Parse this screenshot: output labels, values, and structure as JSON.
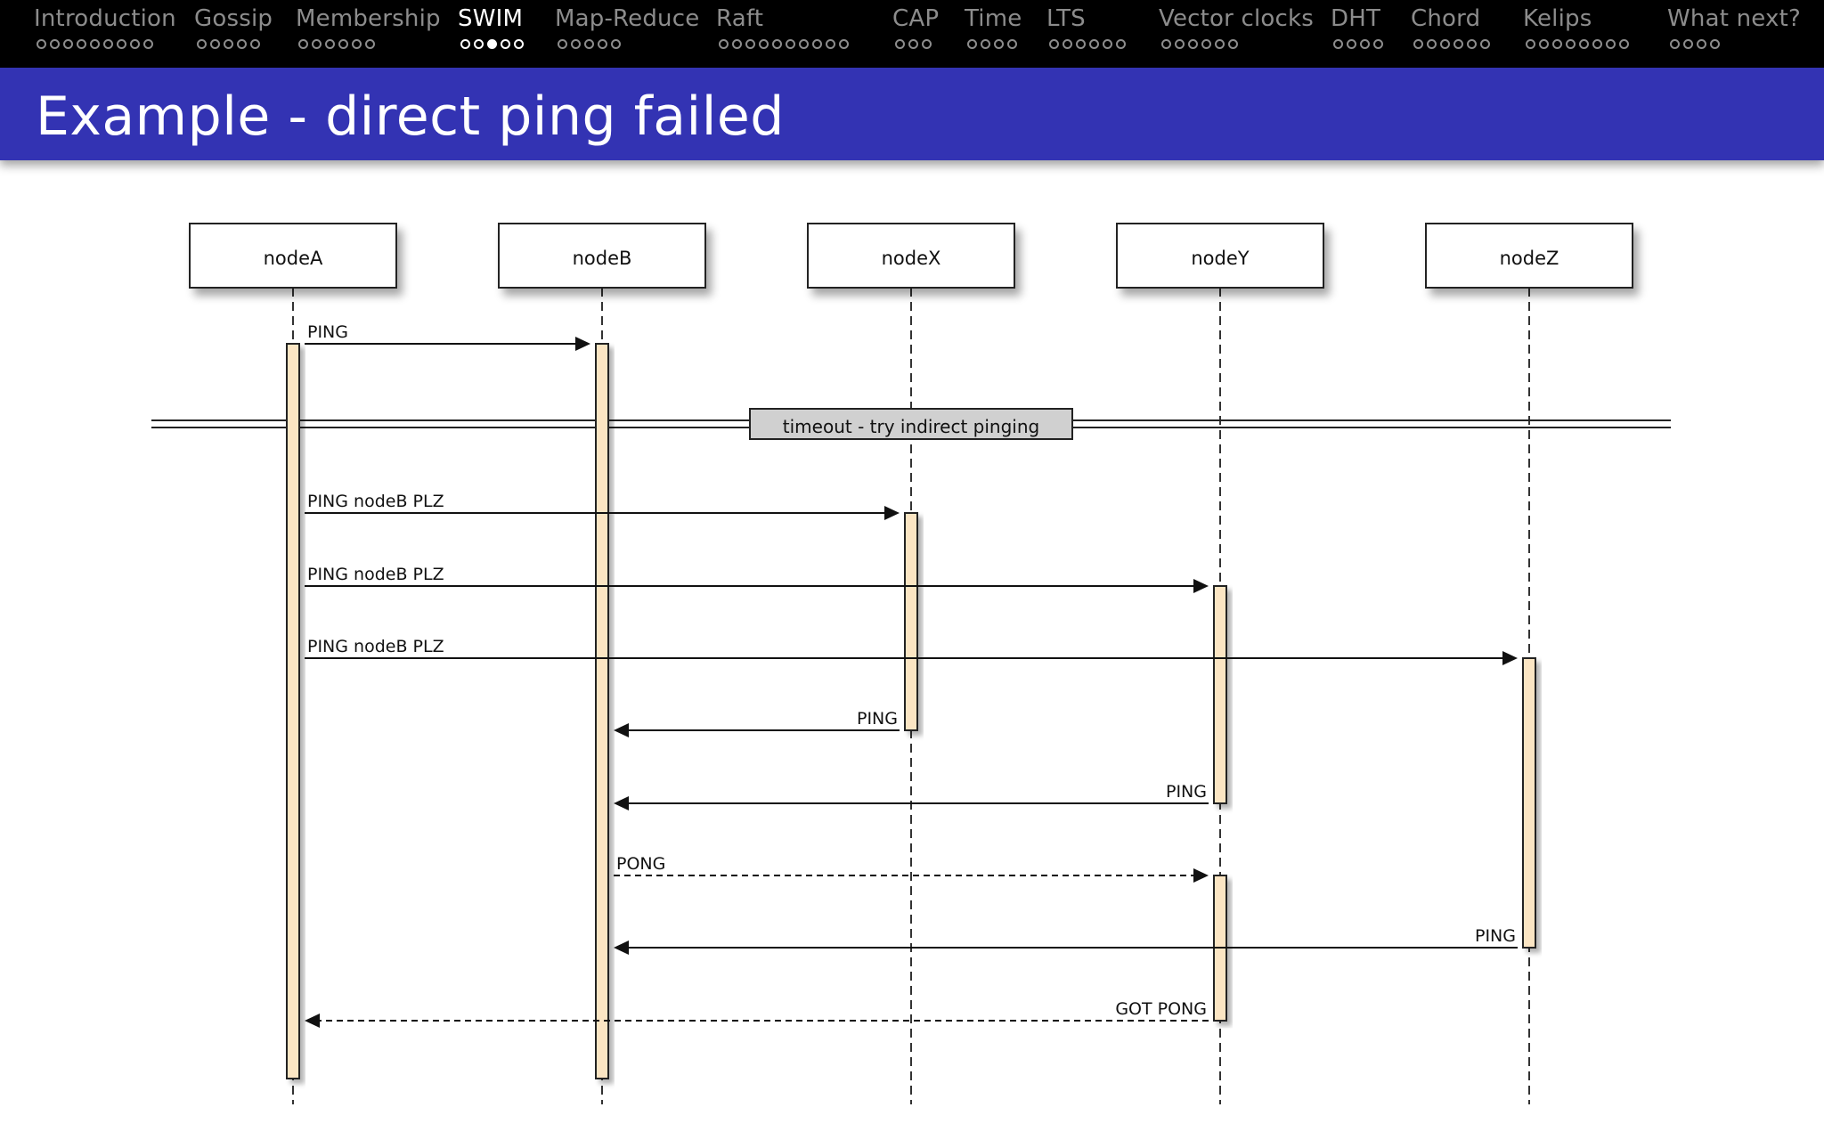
{
  "nav": {
    "sections": [
      {
        "label": "Introduction",
        "dots": 9,
        "current": -1
      },
      {
        "label": "Gossip",
        "dots": 5,
        "current": -1
      },
      {
        "label": "Membership",
        "dots": 6,
        "current": -1
      },
      {
        "label": "SWIM",
        "dots": 5,
        "current": 2,
        "active": true
      },
      {
        "label": "Map-Reduce",
        "dots": 5,
        "current": -1
      },
      {
        "label": "Raft",
        "dots": 10,
        "current": -1
      },
      {
        "label": "CAP",
        "dots": 3,
        "current": -1
      },
      {
        "label": "Time",
        "dots": 4,
        "current": -1
      },
      {
        "label": "LTS",
        "dots": 6,
        "current": -1
      },
      {
        "label": "Vector clocks",
        "dots": 6,
        "current": -1
      },
      {
        "label": "DHT",
        "dots": 4,
        "current": -1
      },
      {
        "label": "Chord",
        "dots": 6,
        "current": -1
      },
      {
        "label": "Kelips",
        "dots": 8,
        "current": -1
      },
      {
        "label": "What next?",
        "dots": 4,
        "current": -1
      }
    ]
  },
  "slide": {
    "title": "Example - direct ping failed"
  },
  "sequence": {
    "participants": [
      "nodeA",
      "nodeB",
      "nodeX",
      "nodeY",
      "nodeZ"
    ],
    "separator": "timeout - try indirect pinging",
    "messages": [
      {
        "from": "nodeA",
        "to": "nodeB",
        "label": "PING",
        "style": "solid"
      },
      {
        "from": "nodeA",
        "to": "nodeX",
        "label": "PING nodeB PLZ",
        "style": "solid"
      },
      {
        "from": "nodeA",
        "to": "nodeY",
        "label": "PING nodeB PLZ",
        "style": "solid"
      },
      {
        "from": "nodeA",
        "to": "nodeZ",
        "label": "PING nodeB PLZ",
        "style": "solid"
      },
      {
        "from": "nodeX",
        "to": "nodeB",
        "label": "PING",
        "style": "solid"
      },
      {
        "from": "nodeY",
        "to": "nodeB",
        "label": "PING",
        "style": "solid"
      },
      {
        "from": "nodeB",
        "to": "nodeY",
        "label": "PONG",
        "style": "dashed"
      },
      {
        "from": "nodeZ",
        "to": "nodeB",
        "label": "PING",
        "style": "solid"
      },
      {
        "from": "nodeY",
        "to": "nodeA",
        "label": "GOT PONG",
        "style": "dashed"
      }
    ]
  },
  "colors": {
    "nav_bg": "#000000",
    "nav_inactive": "#8c8c8c",
    "nav_active": "#ffffff",
    "banner_bg": "#3333b3",
    "activation_fill": "#fbe5c3",
    "separator_fill": "#d0d0d0"
  }
}
